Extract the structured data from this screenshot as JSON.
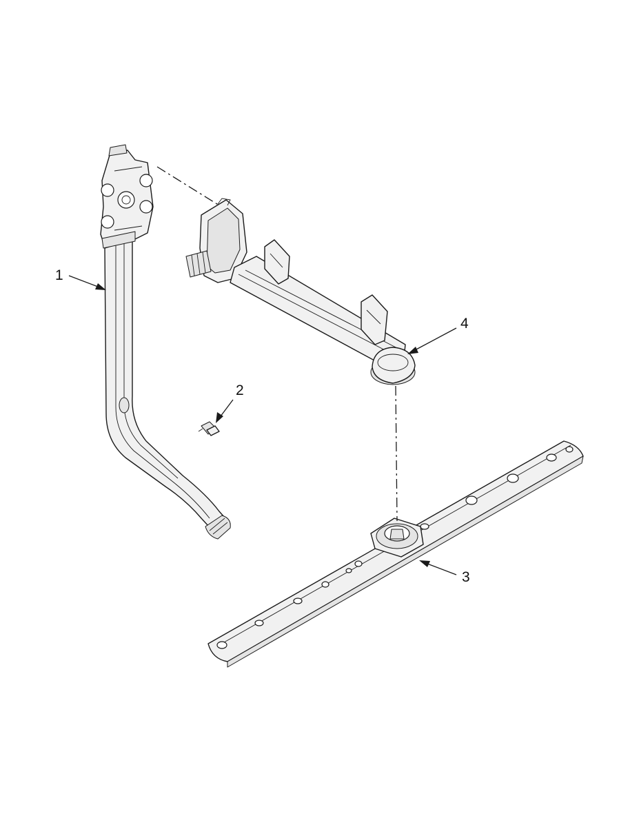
{
  "callouts": {
    "part_1": "1",
    "part_2": "2",
    "part_3": "3",
    "part_4": "4"
  }
}
